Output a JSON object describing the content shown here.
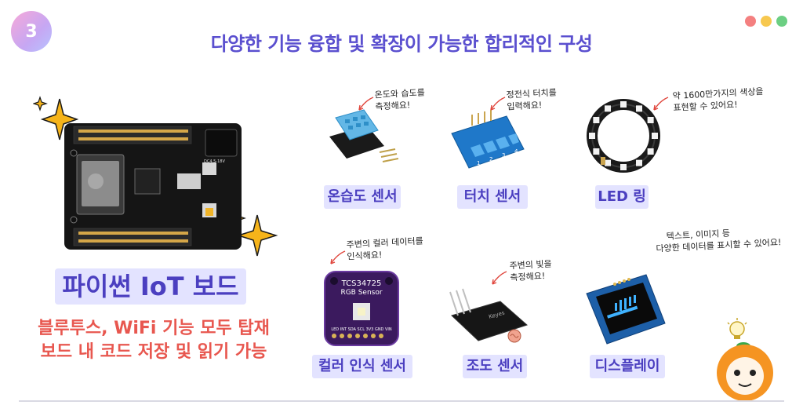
{
  "header": {
    "step_number": "3",
    "title": "다양한 기능 융합 및 확장이 가능한 합리적인 구성",
    "window_dots": [
      "#f48080",
      "#f7c84f",
      "#6ccf83"
    ]
  },
  "board": {
    "label": "파이썬 IoT 보드",
    "silkscreen": "DC4.5-18V",
    "features": [
      "블루투스, WiFi 기능 모두 탑재",
      "보드 내 코드 저장 및 읽기 가능"
    ]
  },
  "components": [
    {
      "label": "온습도 센서",
      "note": [
        "온도와 습도를",
        "측정해요!"
      ]
    },
    {
      "label": "터치 센서",
      "note": [
        "정전식 터치를",
        "입력해요!"
      ],
      "keys": [
        "1",
        "2",
        "3",
        "4"
      ]
    },
    {
      "label": "LED 링",
      "note": [
        "약 1600만가지의 색상을",
        "표현할 수 있어요!"
      ]
    },
    {
      "label": "컬러 인식 센서",
      "note": [
        "주변의 컬러 데이터를",
        "인식해요!"
      ],
      "chip_title": "TCS34725",
      "chip_subtitle": "RGB Sensor",
      "pins": "LED INT SDA SCL 3V3 GND VIN"
    },
    {
      "label": "조도 센서",
      "note": [
        "주변의 빛을",
        "측정해요!"
      ],
      "chip_text": "Keyes"
    },
    {
      "label": "디스플레이",
      "note": [
        "텍스트, 이미지 등",
        "다양한 데이터를 표시할 수 있어요!"
      ]
    }
  ],
  "colors": {
    "accent": "#5a4fcf",
    "label_bg": "#e3e3ff",
    "feature_text": "#e8574f"
  }
}
